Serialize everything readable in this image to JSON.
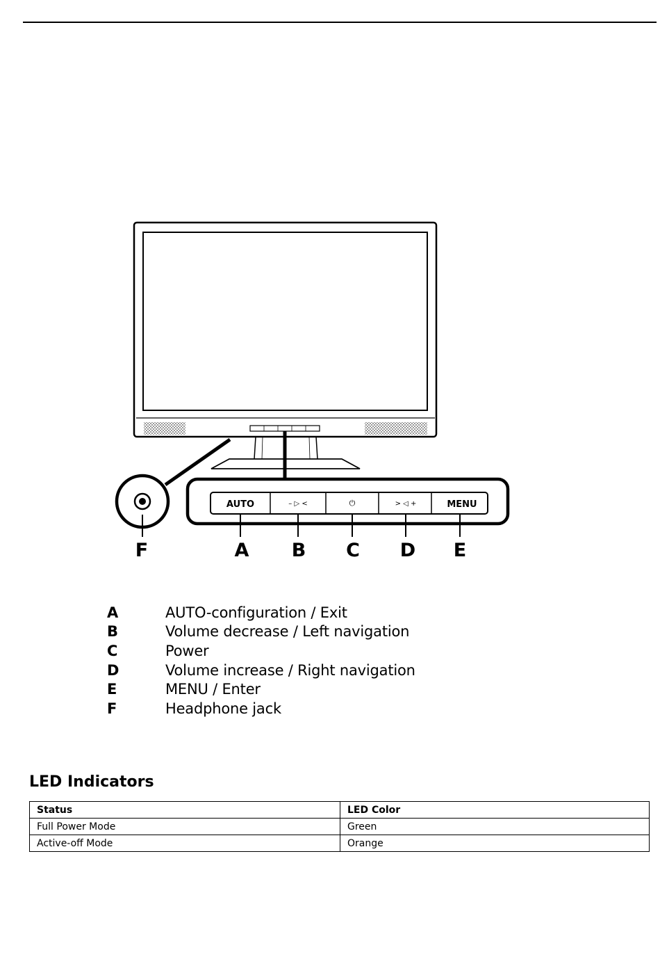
{
  "figure": {
    "panel_buttons": [
      {
        "id": "A",
        "label": "AUTO"
      },
      {
        "id": "B",
        "label": "– ▷ <"
      },
      {
        "id": "C",
        "label": "⏻"
      },
      {
        "id": "D",
        "label": "> ◁ +"
      },
      {
        "id": "E",
        "label": "MENU"
      }
    ],
    "callout_letters": [
      "F",
      "A",
      "B",
      "C",
      "D",
      "E"
    ]
  },
  "legend": [
    {
      "letter": "A",
      "description": "AUTO-configuration / Exit"
    },
    {
      "letter": "B",
      "description": "Volume decrease / Left navigation"
    },
    {
      "letter": "C",
      "description": "Power"
    },
    {
      "letter": "D",
      "description": "Volume increase / Right navigation"
    },
    {
      "letter": "E",
      "description": "MENU / Enter"
    },
    {
      "letter": "F",
      "description": "Headphone jack"
    }
  ],
  "led_section": {
    "title": "LED Indicators",
    "headers": [
      "Status",
      "LED Color"
    ],
    "rows": [
      [
        "Full Power Mode",
        "Green"
      ],
      [
        "Active-off Mode",
        "Orange"
      ]
    ]
  }
}
